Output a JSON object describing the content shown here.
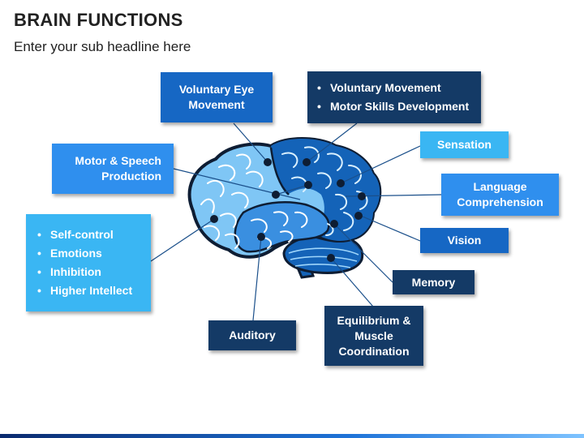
{
  "header": {
    "title": "BRAIN FUNCTIONS",
    "subtitle": "Enter your sub headline here"
  },
  "colors": {
    "navy": "#143a66",
    "royal": "#1667c4",
    "medium": "#2f8fee",
    "light": "#3ab6f3",
    "brain_base": "#7fc6f5",
    "brain_dark": "#1463b8",
    "brain_outline": "#0e1d33"
  },
  "labels": {
    "voluntary_eye": "Voluntary Eye Movement",
    "voluntary_movement_list": [
      "Voluntary Movement",
      "Motor Skills Development"
    ],
    "sensation": "Sensation",
    "motor_speech": "Motor & Speech Production",
    "language": "Language Comprehension",
    "frontal_list": [
      "Self-control",
      "Emotions",
      "Inhibition",
      "Higher Intellect"
    ],
    "vision": "Vision",
    "memory": "Memory",
    "equilibrium": "Equilibrium & Muscle Coordination",
    "auditory": "Auditory"
  },
  "icons": [
    "brain-illustration"
  ]
}
